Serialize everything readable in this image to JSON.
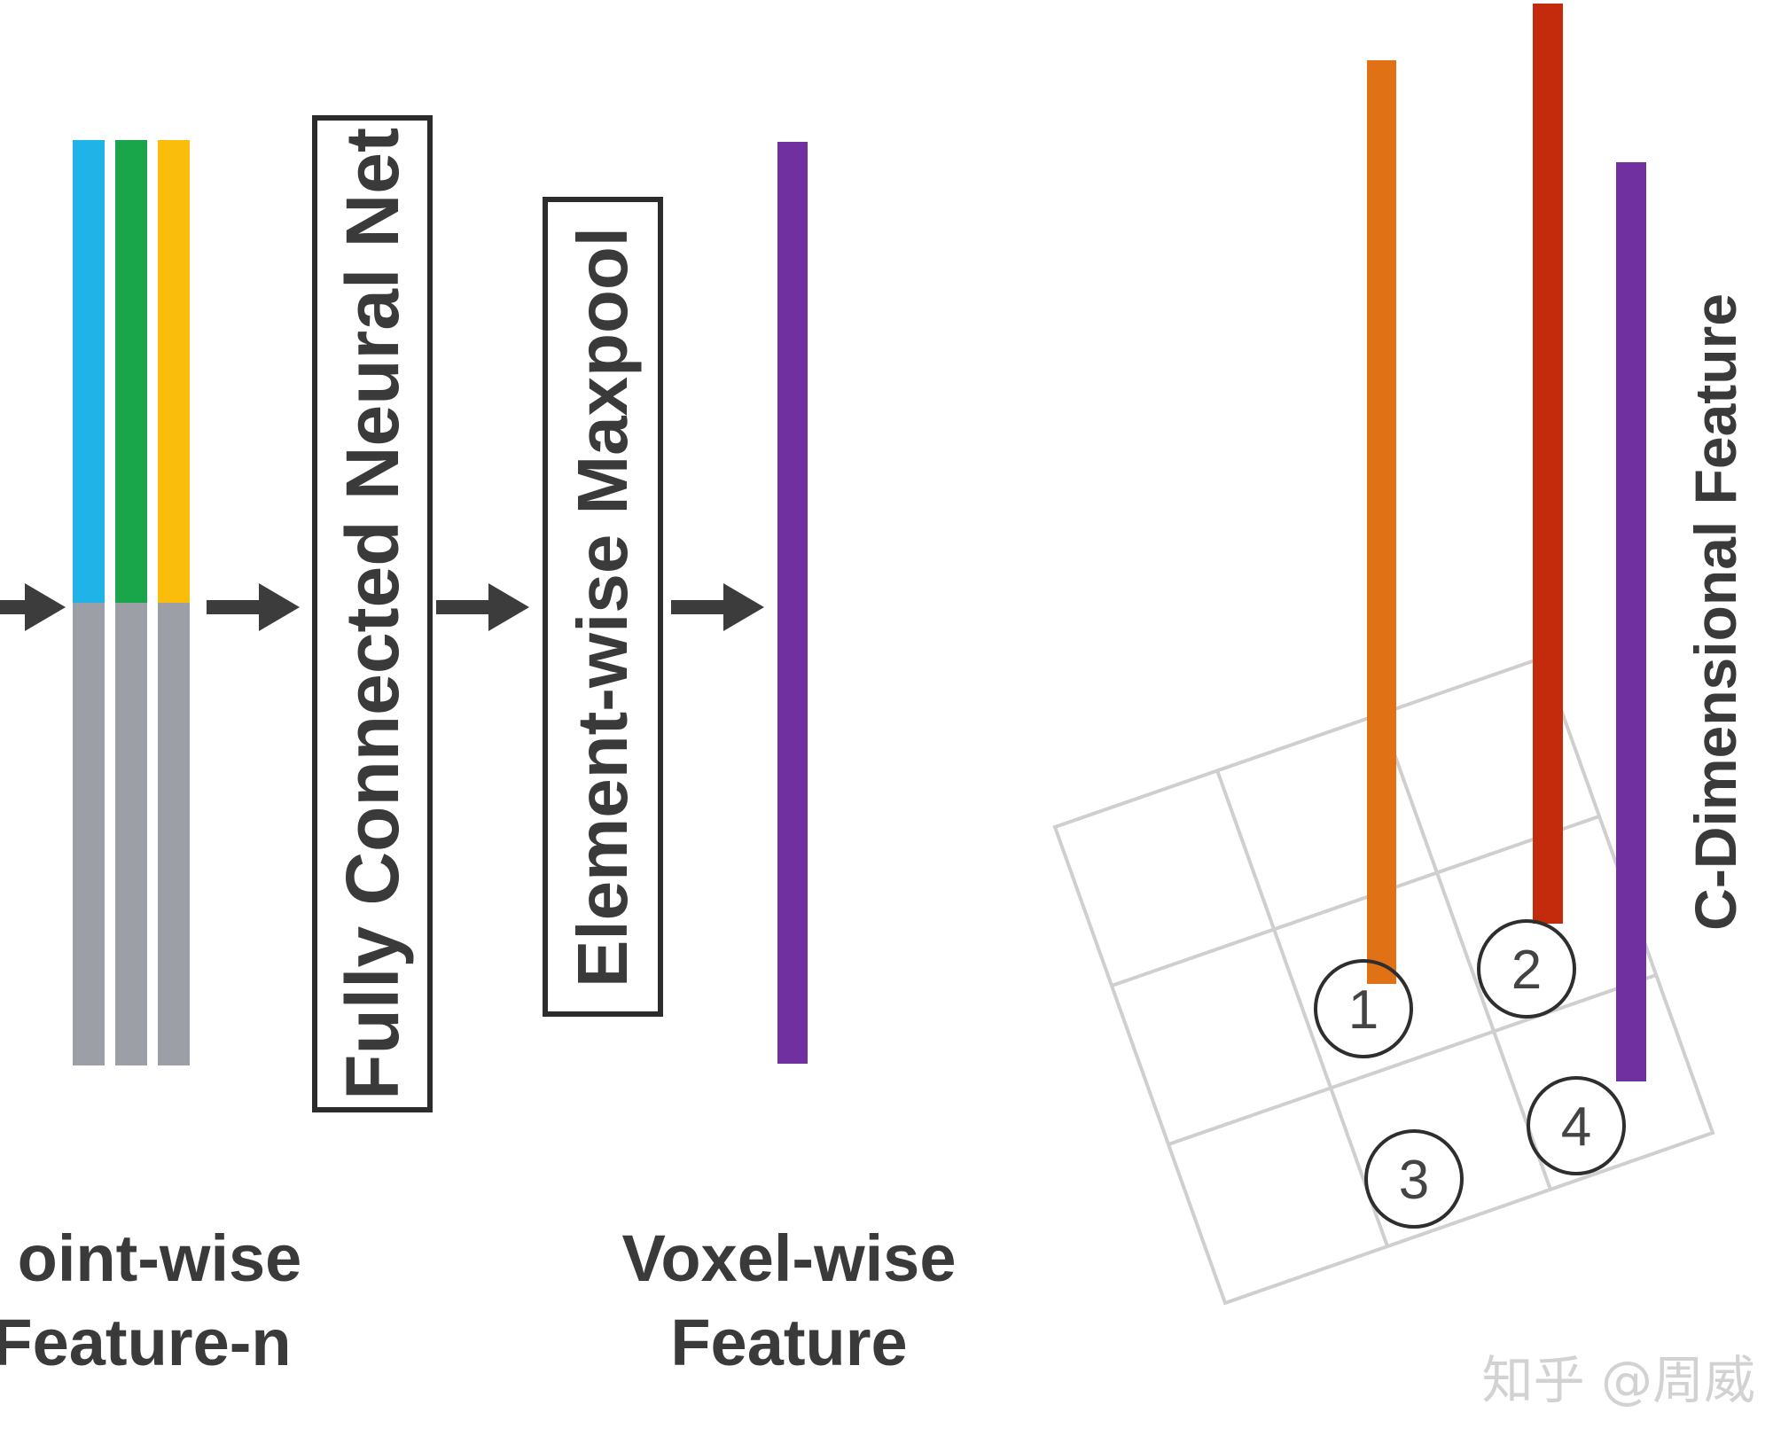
{
  "pipeline": {
    "box_fc_label": "Fully Connected Neural Net",
    "box_maxpool_label": "Element-wise Maxpool",
    "label_pointwise_line1": "oint-wise",
    "label_pointwise_line2": "Feature-n",
    "label_voxelwise_line1": "Voxel-wise",
    "label_voxelwise_line2": "Feature"
  },
  "grid_view": {
    "vertical_label": "C-Dimensional Feature",
    "point_labels": [
      "1",
      "2",
      "3",
      "4"
    ]
  },
  "watermark": "知乎 @周威",
  "colors": {
    "blue": "#1fb3e8",
    "green": "#19a64a",
    "yellow": "#fbbd0b",
    "gray": "#9c9fa5",
    "purple": "#7030a0",
    "orange": "#e07215",
    "red": "#c42b0c",
    "arrow": "#3c3c3c"
  }
}
